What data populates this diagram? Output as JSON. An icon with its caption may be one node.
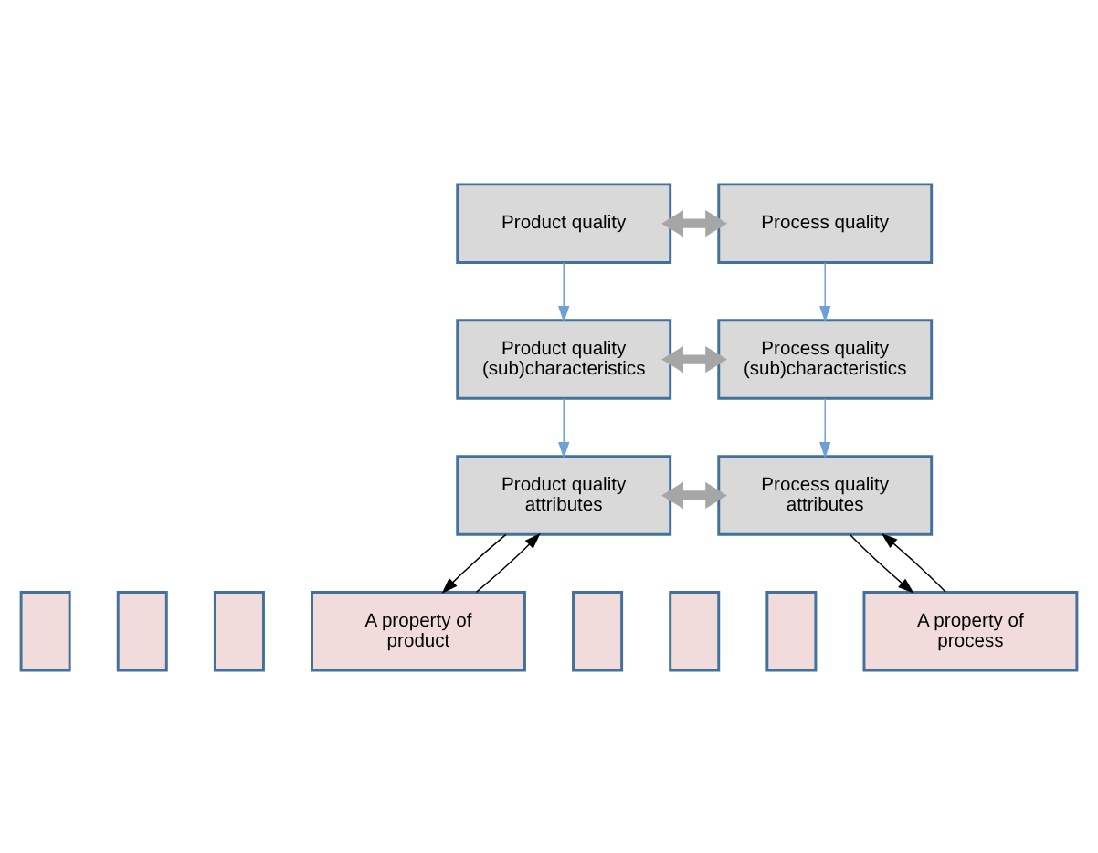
{
  "diagram": {
    "nodes": [
      {
        "text": [
          "Product quality"
        ]
      },
      {
        "text": [
          "Process quality"
        ]
      },
      {
        "text": [
          "Product quality (sub)characteristics"
        ]
      },
      {
        "text": [
          "Process quality (sub)characteristics"
        ]
      },
      {
        "text": [
          "Product quality attributes"
        ]
      },
      {
        "text": [
          "Process quality attributes"
        ]
      },
      {
        "text": [],
        "shape": "box"
      },
      {
        "text": [],
        "shape": "box"
      },
      {
        "text": [],
        "shape": "box"
      },
      {
        "text": [
          "A property of product"
        ]
      },
      {
        "text": [],
        "shape": "box"
      },
      {
        "text": [],
        "shape": "box"
      },
      {
        "text": [],
        "shape": "box"
      },
      {
        "text": [
          "A property of process"
        ]
      }
    ],
    "edges": [
      {
        "from": 0,
        "to": 1,
        "arrow": "both",
        "style": "thick",
        "color": "#a6a6a6"
      },
      {
        "from": 0,
        "to": 2,
        "arrow": "to",
        "color": "#6f9fd8"
      },
      {
        "from": 1,
        "to": 3,
        "arrow": "to",
        "color": "#6f9fd8"
      },
      {
        "from": 2,
        "to": 3,
        "arrow": "both",
        "style": "thick",
        "color": "#a6a6a6"
      },
      {
        "from": 2,
        "to": 4,
        "arrow": "to",
        "color": "#6f9fd8"
      },
      {
        "from": 3,
        "to": 5,
        "arrow": "to",
        "color": "#6f9fd8"
      },
      {
        "from": 4,
        "to": 5,
        "arrow": "both",
        "style": "thick",
        "color": "#a6a6a6"
      },
      {
        "from": 4,
        "to": 9,
        "arrow": "to",
        "color": "#000000"
      },
      {
        "from": 5,
        "to": 13,
        "arrow": "to",
        "color": "#000000"
      },
      {
        "from": 9,
        "to": 4,
        "arrow": "to",
        "color": "#000000"
      },
      {
        "from": 13,
        "to": 5,
        "arrow": "to",
        "color": "#000000"
      }
    ]
  }
}
